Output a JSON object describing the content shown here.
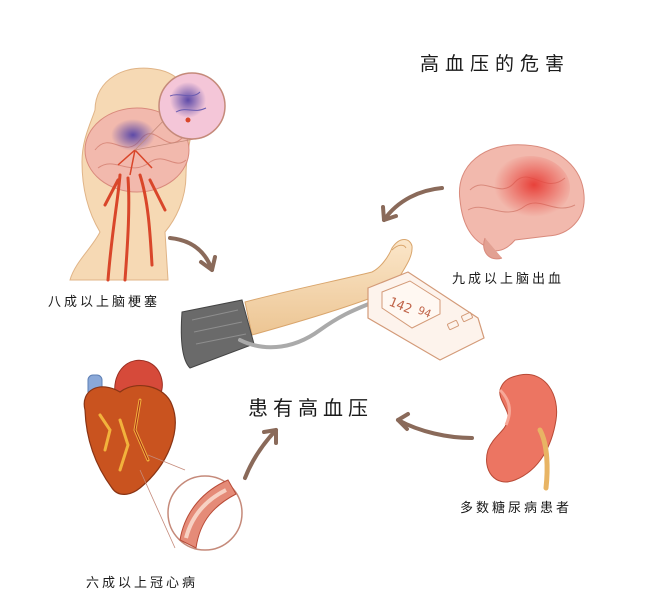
{
  "title": "高血压的危害",
  "center_label": "患有高血压",
  "captions": {
    "cerebral_infarction": "八成以上脑梗塞",
    "cerebral_hemorrhage": "九成以上脑出血",
    "coronary_disease": "六成以上冠心病",
    "diabetes": "多数糖尿病患者"
  },
  "monitor": {
    "systolic": "142",
    "diastolic": "94"
  },
  "colors": {
    "arrow": "#8a6a5a",
    "skin": "#f6d9b4",
    "brain": "#f2b9ad",
    "artery": "#d9462a",
    "heart": "#c9531f",
    "kidney": "#ec7562",
    "monitor_outline": "#d39a78",
    "cuff": "#6a6a6a",
    "tube": "#aaaaaa"
  }
}
